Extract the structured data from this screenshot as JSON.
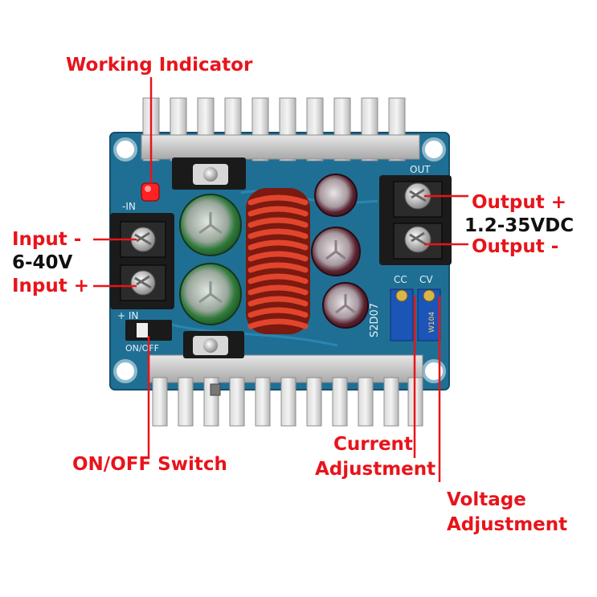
{
  "labels": {
    "working_indicator": "Working Indicator",
    "output_plus": "Output +",
    "output_voltage": "1.2-35VDC",
    "output_minus": "Output -",
    "input_minus": "Input -",
    "input_voltage": "6-40V",
    "input_plus": "Input +",
    "on_off_switch": "ON/OFF Switch",
    "current_adjustment_line1": "Current",
    "current_adjustment_line2": "Adjustment",
    "voltage_adjustment_line1": "Voltage",
    "voltage_adjustment_line2": "Adjustment"
  },
  "silkscreen": {
    "in_minus": "-IN",
    "in_plus": "+ IN",
    "out": "OUT",
    "cc": "CC",
    "cv": "CV",
    "on_off": "ON/OFF",
    "model": "S2D07",
    "pot_mark": "W104"
  },
  "colors": {
    "label_red": "#e8141b",
    "label_black": "#111111",
    "pcb_blue": "#1f6f94",
    "heatsink": "#c9c9c9",
    "coil_copper": "#c8321e",
    "capacitor_green": "#2f7a3a",
    "capacitor_purple": "#5a2230",
    "trimmer_blue": "#1c55b8",
    "led_red": "#ff2020"
  }
}
